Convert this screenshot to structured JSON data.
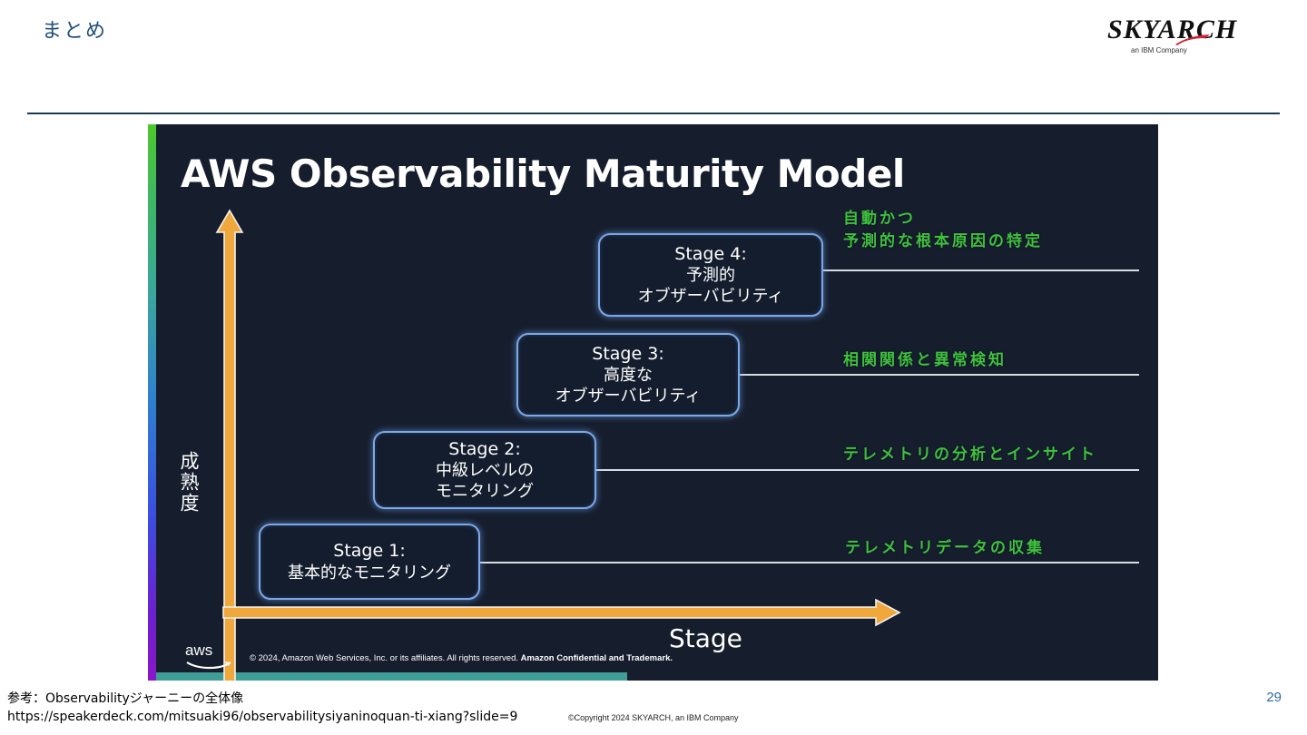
{
  "slide": {
    "title": "まとめ",
    "page_number": "29"
  },
  "brand": {
    "wordmark": "SKYARCH",
    "subtitle": "an IBM Company",
    "swoosh_color": "#cc2233",
    "title_color": "#1f4e79"
  },
  "diagram": {
    "title": "AWS Observability Maturity Model",
    "panel_bg": "#161e2e",
    "accent_green": "#3fc13f",
    "axis_orange": "#f0a73c",
    "box_border": "#7aa8e8",
    "y_axis_label": "成熟度",
    "x_axis_label": "Stage",
    "stages": [
      {
        "id": "stage-1",
        "head": "Stage 1:",
        "lines": [
          "基本的なモニタリング"
        ],
        "benefit": "テレメトリデータの収集"
      },
      {
        "id": "stage-2",
        "head": "Stage 2:",
        "lines": [
          "中級レベルの",
          "モニタリング"
        ],
        "benefit": "テレメトリの分析とインサイト"
      },
      {
        "id": "stage-3",
        "head": "Stage 3:",
        "lines": [
          "高度な",
          "オブザーバビリティ"
        ],
        "benefit": "相関関係と異常検知"
      },
      {
        "id": "stage-4",
        "head": "Stage 4:",
        "lines": [
          "予測的",
          "オブザーバビリティ"
        ],
        "benefit": "自動かつ\n予測的な根本原因の特定"
      }
    ],
    "aws_logo_text": "aws",
    "aws_copyright_prefix": "© 2024, Amazon Web Services, Inc. or its affiliates. All rights reserved. ",
    "aws_copyright_bold": "Amazon Confidential and Trademark."
  },
  "footer": {
    "reference": "参考：Observabilityジャーニーの全体像\nhttps://speakerdeck.com/mitsuaki96/observabilitysiyaninoquan-ti-xiang?slide=9",
    "copyright": "©Copyright 2024 SKYARCH, an IBM Company"
  }
}
